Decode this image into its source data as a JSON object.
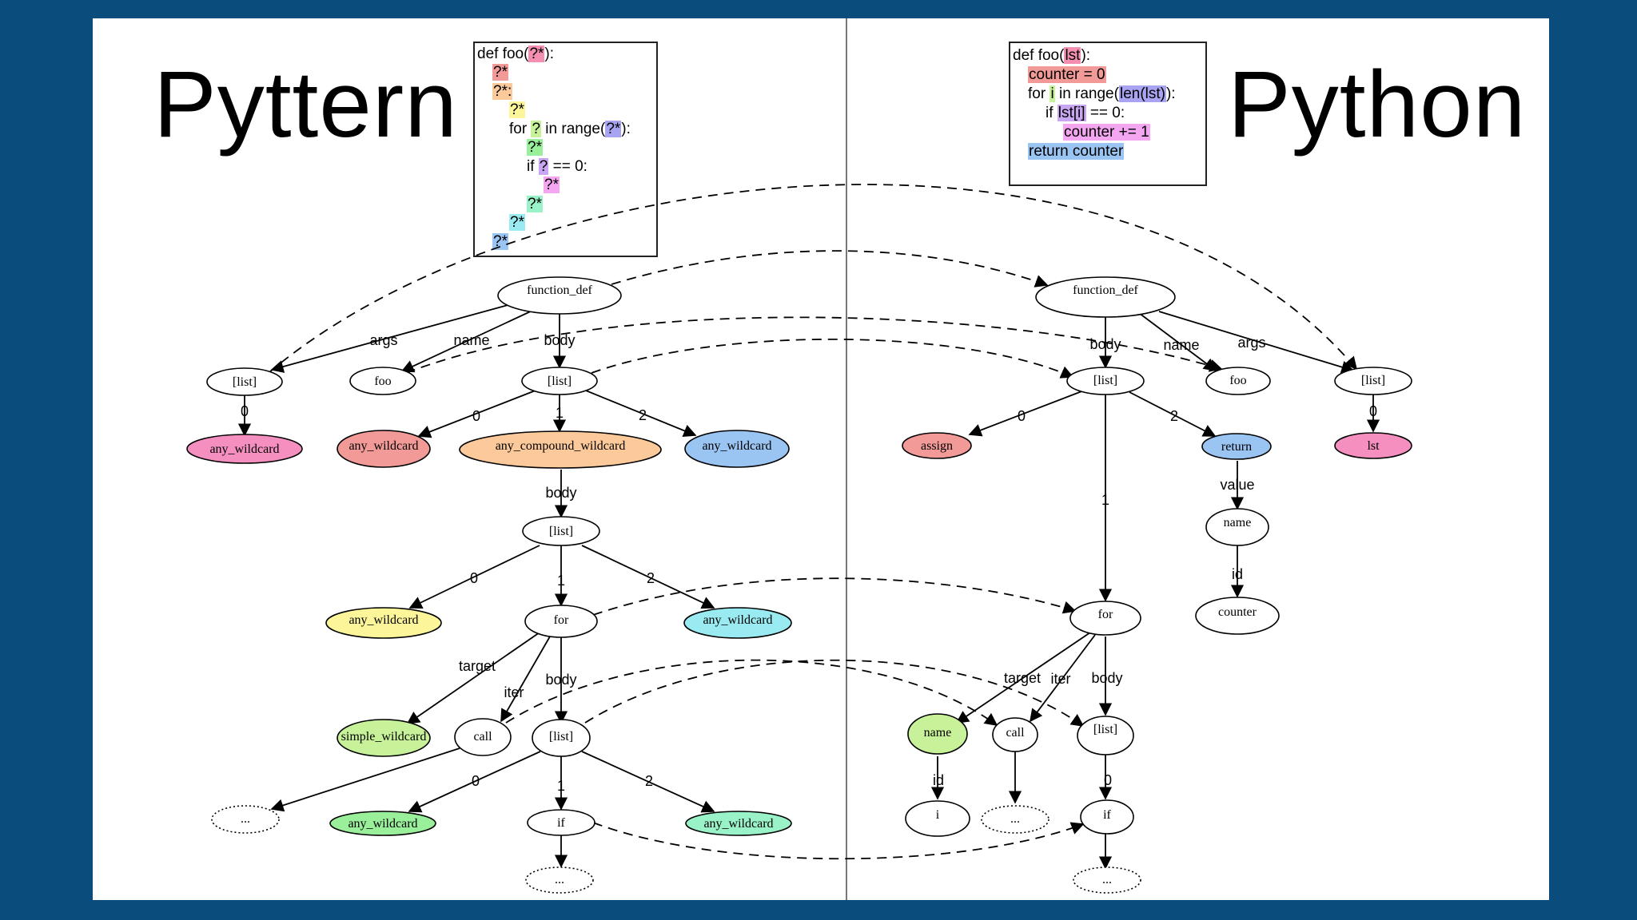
{
  "titles": {
    "left": "Pyttern",
    "right": "Python"
  },
  "code_left": {
    "lines": [
      {
        "segments": [
          {
            "text": "def foo("
          },
          {
            "text": "?*",
            "color": "#f48fb1"
          },
          {
            "text": "):"
          }
        ]
      },
      {
        "segments": [
          {
            "text": "?*",
            "color": "#f29a98"
          }
        ]
      },
      {
        "segments": [
          {
            "text": "?*:",
            "color": "#fbc99a"
          }
        ]
      },
      {
        "segments": [
          {
            "text": "?*",
            "color": "#fdf59a"
          }
        ]
      },
      {
        "segments": [
          {
            "text": "for "
          },
          {
            "text": "?",
            "color": "#c8f29a"
          },
          {
            "text": " in range("
          },
          {
            "text": "?*",
            "color": "#a8a4f2"
          },
          {
            "text": "):"
          }
        ]
      },
      {
        "segments": [
          {
            "text": "?*",
            "color": "#9aef9a"
          }
        ]
      },
      {
        "segments": [
          {
            "text": "if "
          },
          {
            "text": "?",
            "color": "#c9a6f2"
          },
          {
            "text": " == 0:"
          }
        ]
      },
      {
        "segments": [
          {
            "text": "?*",
            "color": "#f5a6f0"
          }
        ]
      },
      {
        "segments": [
          {
            "text": "?*",
            "color": "#9af2c8"
          }
        ]
      },
      {
        "segments": [
          {
            "text": "?*",
            "color": "#9aeaf2"
          }
        ]
      },
      {
        "segments": [
          {
            "text": "?*",
            "color": "#9ac4f2"
          }
        ]
      }
    ]
  },
  "code_right": {
    "lines": [
      {
        "segments": [
          {
            "text": "def foo("
          },
          {
            "text": "lst",
            "color": "#f48fb1"
          },
          {
            "text": "):"
          }
        ]
      },
      {
        "segments": [
          {
            "text": "counter = 0",
            "color": "#f29a98"
          }
        ]
      },
      {
        "segments": [
          {
            "text": "for "
          },
          {
            "text": "i",
            "color": "#c8f29a"
          },
          {
            "text": " in range("
          },
          {
            "text": "len(lst)",
            "color": "#a8a4f2"
          },
          {
            "text": "):"
          }
        ]
      },
      {
        "segments": [
          {
            "text": "if "
          },
          {
            "text": "lst[i]",
            "color": "#c9a6f2"
          },
          {
            "text": " == 0:"
          }
        ]
      },
      {
        "segments": [
          {
            "text": "counter += 1",
            "color": "#f5a6f0"
          }
        ]
      },
      {
        "segments": [
          {
            "text": "return counter",
            "color": "#9ac4f2"
          }
        ]
      }
    ]
  },
  "left_tree": {
    "nodes": {
      "function_def": {
        "label": "function_def",
        "fill": "#ffffff"
      },
      "args_list": {
        "label": "[list]",
        "fill": "#ffffff"
      },
      "name_foo": {
        "label": "foo",
        "fill": "#ffffff"
      },
      "body_list": {
        "label": "[list]",
        "fill": "#ffffff"
      },
      "arg_wild": {
        "label": "any_wildcard",
        "fill": "#f48fbf"
      },
      "body_wild_0": {
        "label": "any_wildcard",
        "fill": "#f29a98"
      },
      "compound": {
        "label": "any_compound_wildcard",
        "fill": "#fbc99a"
      },
      "body_wild_2": {
        "label": "any_wildcard",
        "fill": "#9ac4f2"
      },
      "inner_list": {
        "label": "[list]",
        "fill": "#ffffff"
      },
      "inner_wild_0": {
        "label": "any_wildcard",
        "fill": "#fdf59a"
      },
      "for": {
        "label": "for",
        "fill": "#ffffff"
      },
      "inner_wild_2": {
        "label": "any_wildcard",
        "fill": "#9aeaf2"
      },
      "simple": {
        "label": "simple_wildcard",
        "fill": "#c8f29a"
      },
      "call": {
        "label": "call",
        "fill": "#ffffff"
      },
      "for_body": {
        "label": "[list]",
        "fill": "#ffffff"
      },
      "call_dots": {
        "label": "...",
        "fill": "#ffffff"
      },
      "for_wild_0": {
        "label": "any_wildcard",
        "fill": "#9aef9a"
      },
      "if": {
        "label": "if",
        "fill": "#ffffff"
      },
      "for_wild_2": {
        "label": "any_wildcard",
        "fill": "#9af2c8"
      },
      "if_dots": {
        "label": "...",
        "fill": "#ffffff"
      }
    },
    "edges": {
      "args": "args",
      "name": "name",
      "body": "body",
      "arg0": "0",
      "b0": "0",
      "b1": "1",
      "b2": "2",
      "cbody": "body",
      "i0": "0",
      "i1": "1",
      "i2": "2",
      "target": "target",
      "iter": "iter",
      "fbody": "body",
      "f0": "0",
      "f1": "1",
      "f2": "2"
    }
  },
  "right_tree": {
    "nodes": {
      "function_def": {
        "label": "function_def",
        "fill": "#ffffff"
      },
      "body_list": {
        "label": "[list]",
        "fill": "#ffffff"
      },
      "name_foo": {
        "label": "foo",
        "fill": "#ffffff"
      },
      "args_list": {
        "label": "[list]",
        "fill": "#ffffff"
      },
      "assign": {
        "label": "assign",
        "fill": "#f29a98"
      },
      "return": {
        "label": "return",
        "fill": "#9ac4f2"
      },
      "lst": {
        "label": "lst",
        "fill": "#f48fbf"
      },
      "ret_name": {
        "label": "name",
        "fill": "#ffffff"
      },
      "counter": {
        "label": "counter",
        "fill": "#ffffff"
      },
      "for": {
        "label": "for",
        "fill": "#ffffff"
      },
      "tgt_name": {
        "label": "name",
        "fill": "#c8f29a"
      },
      "call": {
        "label": "call",
        "fill": "#ffffff"
      },
      "for_body": {
        "label": "[list]",
        "fill": "#ffffff"
      },
      "i": {
        "label": "i",
        "fill": "#ffffff"
      },
      "call_dots": {
        "label": "...",
        "fill": "#ffffff"
      },
      "if": {
        "label": "if",
        "fill": "#ffffff"
      },
      "if_dots": {
        "label": "...",
        "fill": "#ffffff"
      }
    },
    "edges": {
      "body": "body",
      "name": "name",
      "args": "args",
      "b0": "0",
      "b1": "1",
      "b2": "2",
      "arg0": "0",
      "value": "value",
      "id": "id",
      "target": "target",
      "iter": "iter",
      "fbody": "body",
      "tid": "id",
      "f0": "0"
    }
  }
}
